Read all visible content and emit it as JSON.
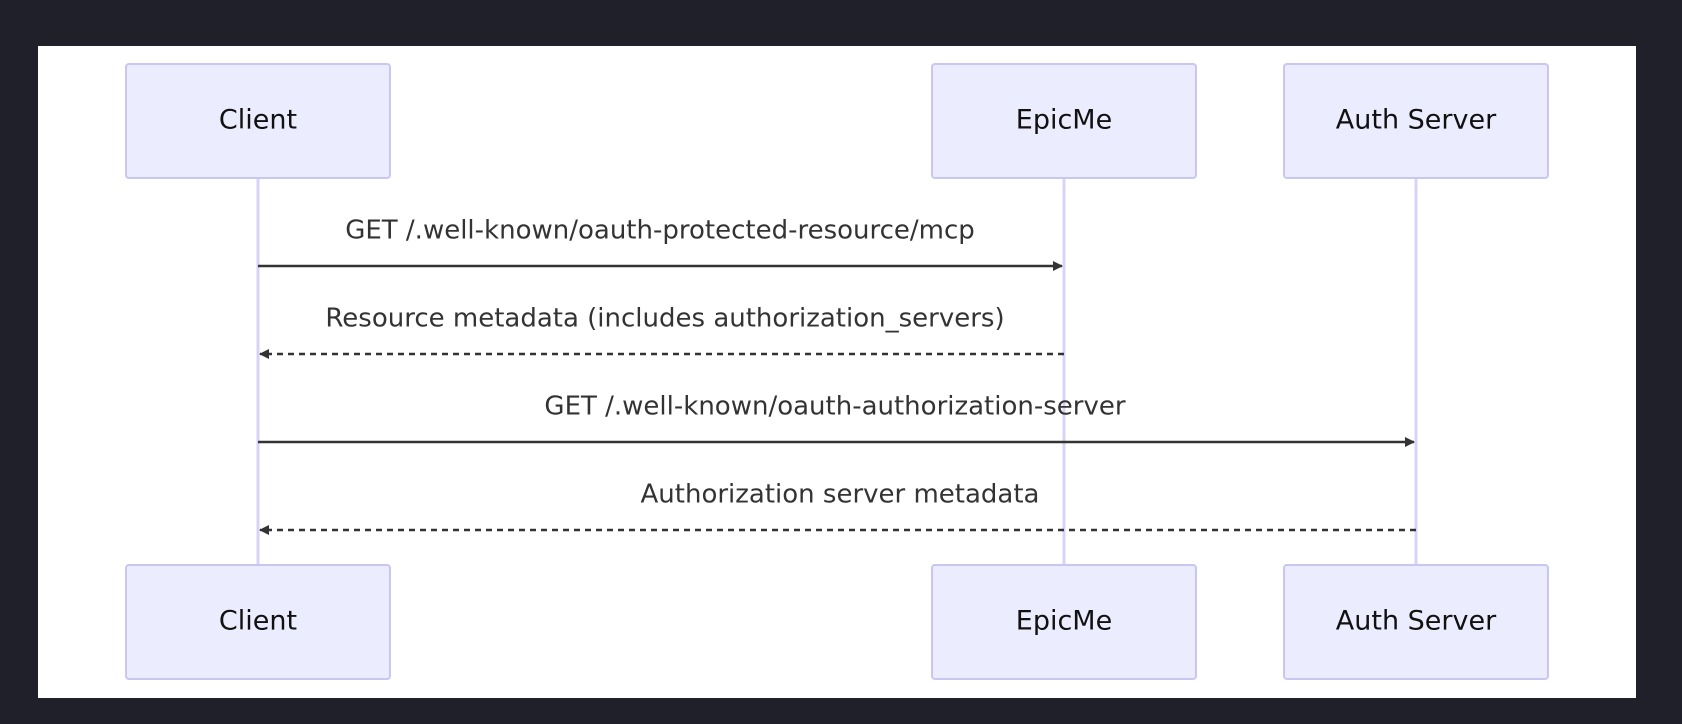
{
  "diagram": {
    "type": "sequence",
    "participants": [
      {
        "id": "client",
        "label": "Client"
      },
      {
        "id": "epicme",
        "label": "EpicMe"
      },
      {
        "id": "auth",
        "label": "Auth Server"
      }
    ],
    "messages": [
      {
        "from": "client",
        "to": "epicme",
        "style": "solid",
        "label": "GET /.well-known/oauth-protected-resource/mcp"
      },
      {
        "from": "epicme",
        "to": "client",
        "style": "dashed",
        "label": "Resource metadata (includes authorization_servers)"
      },
      {
        "from": "client",
        "to": "auth",
        "style": "solid",
        "label": "GET /.well-known/oauth-authorization-server"
      },
      {
        "from": "auth",
        "to": "client",
        "style": "dashed",
        "label": "Authorization server metadata"
      }
    ],
    "colors": {
      "page_background": "#1f2029",
      "canvas": "#ffffff",
      "actor_fill": "#ececff",
      "actor_stroke": "#c9c6f2",
      "lifeline": "#d7d3f7",
      "arrow": "#333333"
    }
  }
}
